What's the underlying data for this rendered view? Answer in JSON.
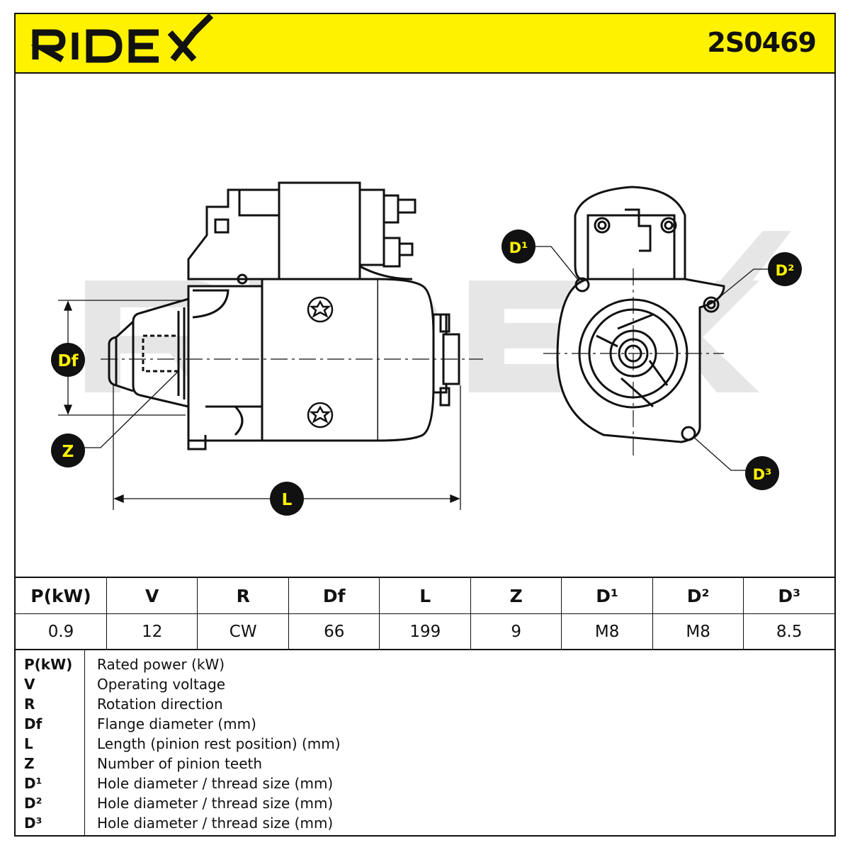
{
  "header": {
    "brand": "RIDEX",
    "part_number": "2S0469",
    "background_color": "#FFF200"
  },
  "drawing": {
    "callouts": {
      "df": "Df",
      "z": "Z",
      "l": "L",
      "d1": "D¹",
      "d2": "D²",
      "d3": "D³"
    },
    "watermark": "RIDEX"
  },
  "specs": {
    "headers": [
      "P(kW)",
      "V",
      "R",
      "Df",
      "L",
      "Z",
      "D¹",
      "D²",
      "D³"
    ],
    "values": [
      "0.9",
      "12",
      "CW",
      "66",
      "199",
      "9",
      "M8",
      "M8",
      "8.5"
    ]
  },
  "legend": [
    {
      "abbr": "P(kW)",
      "desc": "Rated power (kW)"
    },
    {
      "abbr": "V",
      "desc": "Operating voltage"
    },
    {
      "abbr": "R",
      "desc": "Rotation direction"
    },
    {
      "abbr": "Df",
      "desc": "Flange diameter (mm)"
    },
    {
      "abbr": "L",
      "desc": "Length (pinion rest position) (mm)"
    },
    {
      "abbr": "Z",
      "desc": "Number of pinion teeth"
    },
    {
      "abbr": "D¹",
      "desc": "Hole diameter / thread size (mm)"
    },
    {
      "abbr": "D²",
      "desc": "Hole diameter / thread size (mm)"
    },
    {
      "abbr": "D³",
      "desc": "Hole diameter / thread size (mm)"
    }
  ]
}
